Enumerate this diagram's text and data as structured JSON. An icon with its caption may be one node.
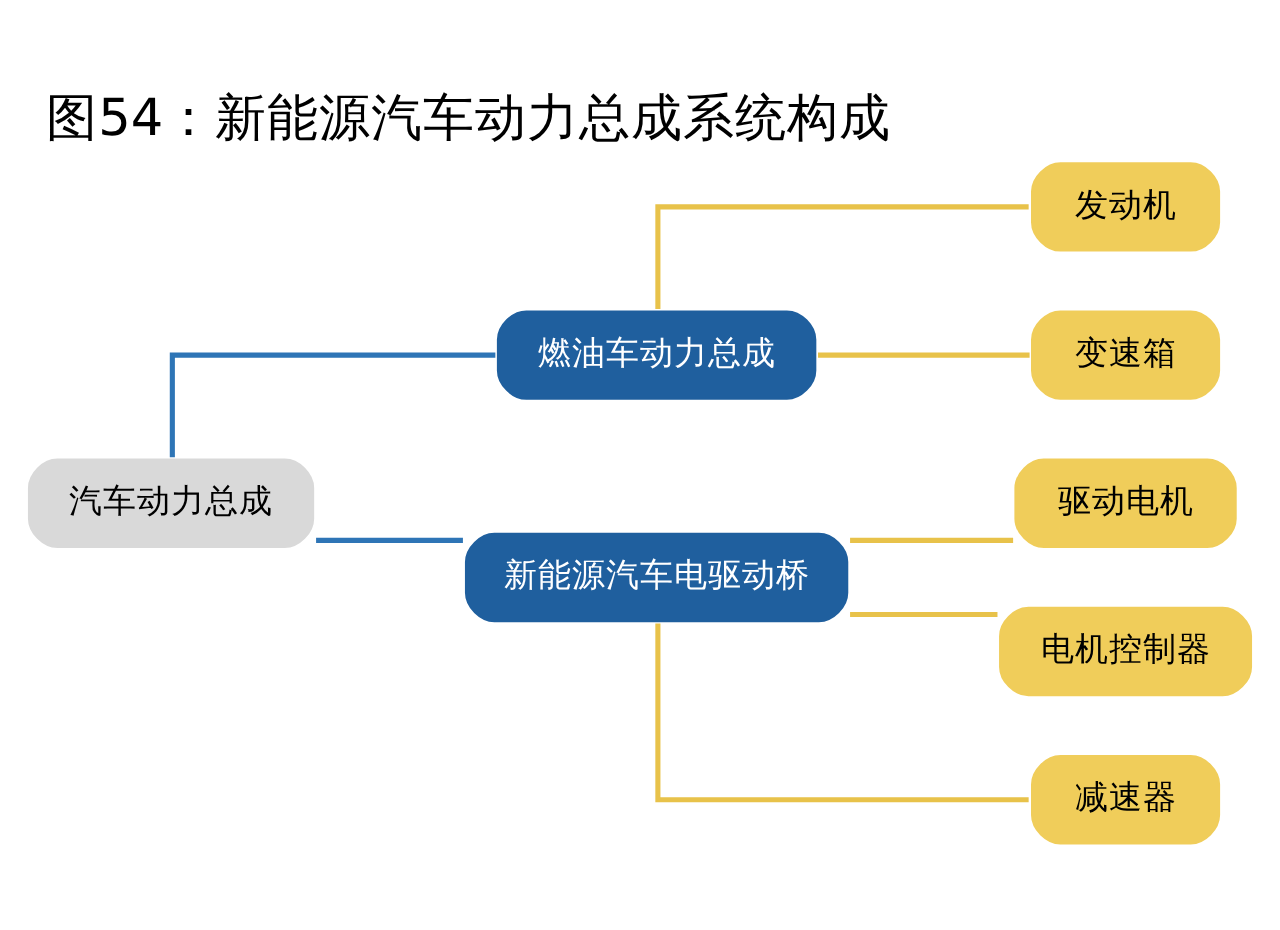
{
  "diagram": {
    "title": "图54：新能源汽车动力总成系统构成",
    "nodes": [
      {
        "text": [
          "汽车动力总成"
        ]
      },
      {
        "text": [
          "燃油车动力总成"
        ]
      },
      {
        "text": [
          "新能源汽车电驱动桥"
        ]
      },
      {
        "text": [
          "发动机"
        ]
      },
      {
        "text": [
          "变速箱"
        ]
      },
      {
        "text": [
          "驱动电机"
        ]
      },
      {
        "text": [
          "电机控制器"
        ]
      },
      {
        "text": [
          "减速器"
        ]
      }
    ],
    "edges": [
      {
        "from": 0,
        "to": 1,
        "arrow": "none",
        "color": "#2e75b6"
      },
      {
        "from": 0,
        "to": 2,
        "arrow": "none",
        "color": "#2e75b6"
      },
      {
        "from": 1,
        "to": 3,
        "arrow": "none"
      },
      {
        "from": 1,
        "to": 4,
        "arrow": "none"
      },
      {
        "from": 2,
        "to": 5,
        "arrow": "none"
      },
      {
        "from": 2,
        "to": 6,
        "arrow": "none"
      },
      {
        "from": 2,
        "to": 7,
        "arrow": "none"
      }
    ]
  }
}
